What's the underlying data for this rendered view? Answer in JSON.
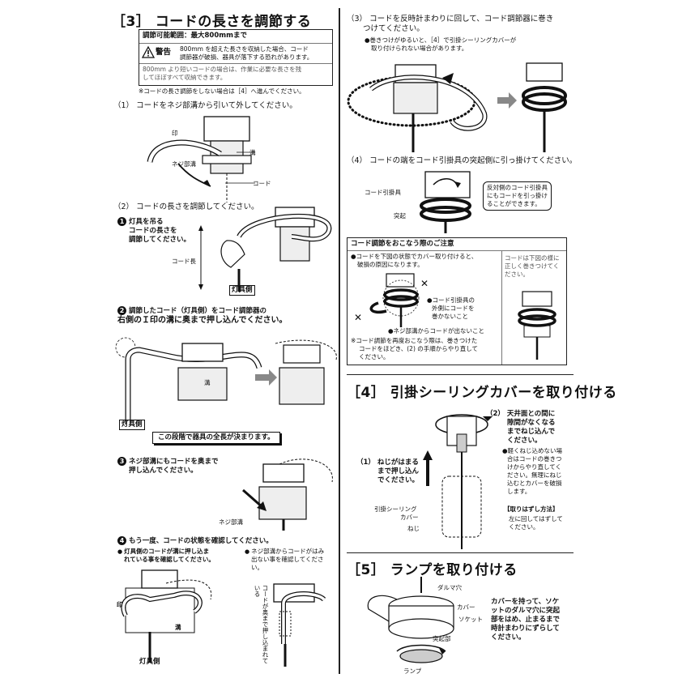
{
  "s3": {
    "title": "［3］ コードの長さを調節する",
    "range_title": "調節可能範囲：最大800mmまで",
    "warning_label": "警告",
    "warning_text1": "800mm を超えた長さを収納した場合、コード",
    "warning_text2": "調節器が破損、器具が落下する恐れがあります。",
    "note1": "800mm より短いコードの場合は、作業に必要な長さを残",
    "note2": "してほぼすべて収納できます。",
    "skip_note": "※コードの長さ調節をしない場合は［4］へ進んでください。",
    "step1": "（1） コードをネジ部溝から引いて外してください。",
    "step1_labels": {
      "mark": "印",
      "groove": "溝",
      "screw_groove": "ネジ部溝",
      "cord": "コード"
    },
    "step2": "（2） コードの長さを調節してください。",
    "sub1_num": "1",
    "sub1_lines": [
      "灯具を吊る",
      "コードの長さを",
      "調節してください。"
    ],
    "cord_length": "コード長",
    "lamp_side": "灯具側",
    "sub2_num": "2",
    "sub2_line1": "調節したコード（灯具側）をコード調節器の",
    "sub2_line2": "右側の",
    "sub2_line2b": "印の溝に奥まで押し込んでください。",
    "groove": "溝",
    "lamp_side2": "灯具側",
    "length_fixed": "この段階で器具の全長が決まります。",
    "sub3_num": "3",
    "sub3_line1": "ネジ部溝にもコードを奥まで",
    "sub3_line2": "押し込んでください。",
    "screw_groove2": "ネジ部溝",
    "sub4_num": "4",
    "sub4_line": "もう一度、コードの状態を確認してください。",
    "check1_line1": "灯具側のコードが溝に押し込ま",
    "check1_line2": "れている事を確認してください。",
    "check2_line1": "ネジ部溝からコードがはみ",
    "check2_line2": "出ない事を確認してくださ",
    "check2_line3": "い。",
    "mark2": "印",
    "groove3": "溝",
    "vertical_note": "コードが奥まで押し込まれている",
    "lamp_side3": "灯具側"
  },
  "s3b": {
    "step3_line1": "（3） コードを反時計まわりに回して、コード調節器に巻き",
    "step3_line2": "つけてください。",
    "step3_note1": "●巻きつけがゆるいと、［4］で引掛シーリングカバーが",
    "step3_note2": "取り付けられない場合があります。",
    "step4": "（4） コードの端をコード引掛具の突起側に引っ掛けてください。",
    "hook": "コード引掛具",
    "bump": "突起",
    "callout_lines": [
      "反対側のコード引掛具",
      "にもコードを引っ掛け",
      "ることができます。"
    ],
    "caution_title": "コード調節をおこなう際のご注意",
    "caution1": "●コードを下図の状態でカバー取り付けると、",
    "caution2": "破損の原因になります。",
    "caution_right1": "コードは下図の様に",
    "caution_right2": "正しく巻きつけてく",
    "caution_right3": "ださい。",
    "x1_line1": "●コード引掛具の",
    "x1_line2": "外側にコードを",
    "x1_line3": "巻かないこと",
    "x2_line": "●ネジ部溝からコードが出ないこと",
    "caution_note1": "※コード調節を再度おこなう際は、巻きつけた",
    "caution_note2": "コードをほどき、(2) の手順からやり直して",
    "caution_note3": "ください。"
  },
  "s4": {
    "title": "［4］ 引掛シーリングカバーを取り付ける",
    "step1_lines": [
      "（1） ねじがはまる",
      "まで押し込ん",
      "でください。"
    ],
    "step2_lines": [
      "（2） 天井面との間に",
      "隙間がなくなる",
      "までねじ込んで",
      "ください。"
    ],
    "note_lines": [
      "●軽くねじ込めない場",
      "合はコードの巻きつ",
      "けからやり直してく",
      "ださい。無理にねじ",
      "込むとカバーを破損",
      "します。"
    ],
    "remove_title": "【取りはずし方法】",
    "remove_lines": [
      "左に回してはずして",
      "ください。"
    ],
    "cover_label1": "引掛シーリング",
    "cover_label2": "カバー",
    "screw": "ねじ"
  },
  "s5": {
    "title": "［5］ ランプを取り付ける",
    "daruma": "ダルマ穴",
    "cover": "カバー",
    "socket": "ソケット",
    "bump": "突起部",
    "lamp": "ランプ",
    "text_lines": [
      "カバーを持って、ソケ",
      "ットのダルマ穴に突起",
      "部をはめ、止まるまで",
      "時計まわりにずらして",
      "ください。"
    ]
  }
}
